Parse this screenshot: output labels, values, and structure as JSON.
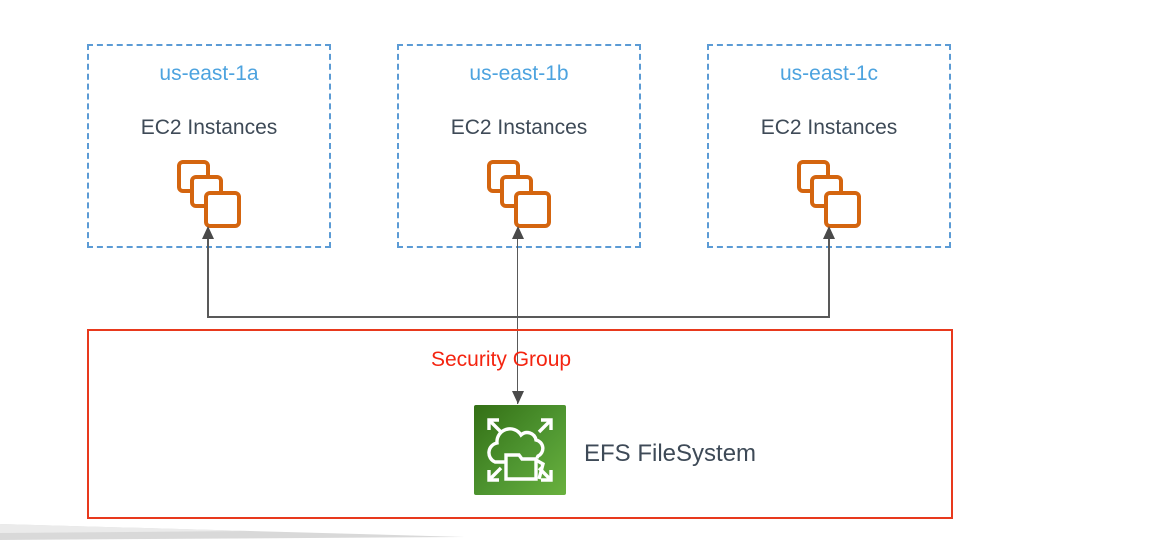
{
  "diagram": {
    "availability_zones": [
      {
        "name": "us-east-1a",
        "instances_label": "EC2 Instances"
      },
      {
        "name": "us-east-1b",
        "instances_label": "EC2 Instances"
      },
      {
        "name": "us-east-1c",
        "instances_label": "EC2 Instances"
      }
    ],
    "security_group_label": "Security Group",
    "efs_label": "EFS FileSystem",
    "icons": {
      "ec2": "ec2-instances-stacked-squares-icon",
      "efs": "efs-cloud-folder-expand-icon"
    },
    "colors": {
      "az_border_blue": "#5b9bd5",
      "az_title_blue": "#4da3df",
      "dark_text": "#3e4a57",
      "ec2_orange": "#d4650f",
      "security_red_border": "#e8391d",
      "security_red_text": "#f42410",
      "connector_gray": "#595959",
      "arrowhead_gray": "#4a4a4a",
      "efs_green_dark": "#336f15",
      "efs_green_light": "#69b13e",
      "wedge_gray": "#d9d9d9"
    }
  }
}
